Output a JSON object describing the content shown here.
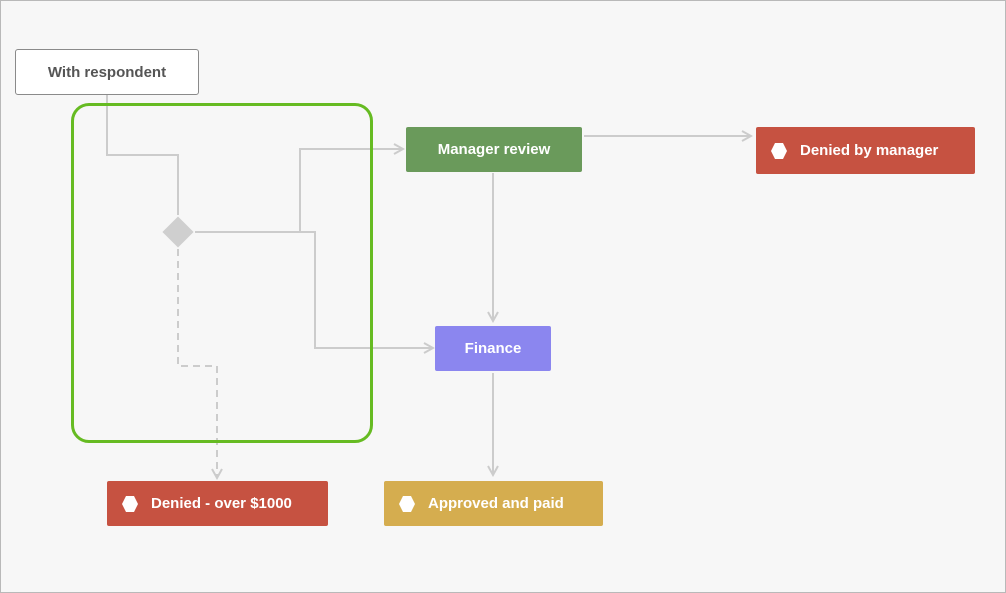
{
  "workflow": {
    "start_label": "With respondent",
    "nodes": {
      "manager_review": "Manager review",
      "finance": "Finance",
      "denied_by_manager": "Denied by manager",
      "denied_over_limit": "Denied - over $1000",
      "approved_and_paid": "Approved and paid"
    },
    "colors": {
      "manager_review": "#6a9a5b",
      "finance": "#8b86ef",
      "denied": "#c65241",
      "approved": "#d5ad4f",
      "connector": "#cccccc",
      "highlight": "#66bb22"
    },
    "icons": {
      "end_state": "stop-hexagon-icon",
      "decision": "diamond-icon"
    }
  }
}
